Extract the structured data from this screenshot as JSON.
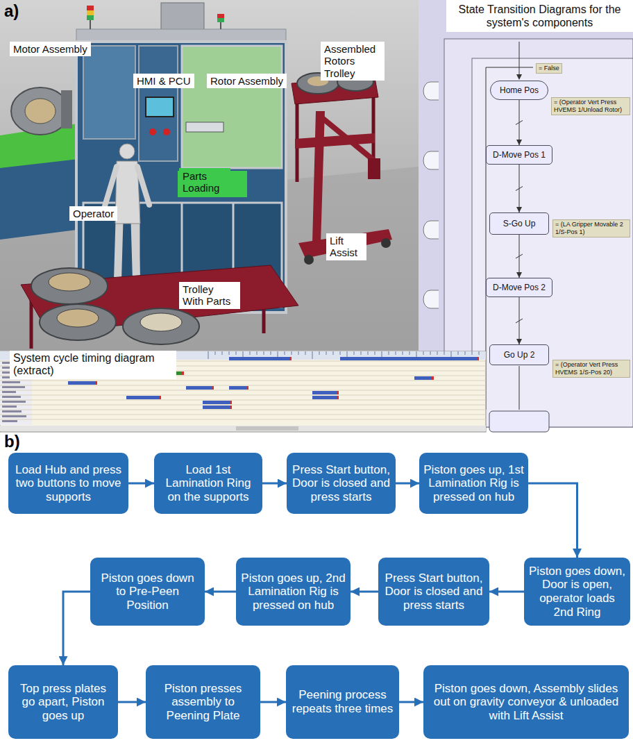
{
  "diagram": {
    "nodes": [
      {
        "text": [
          "State Transition Diagrams for the system's components"
        ]
      },
      {
        "text": [
          "Home Pos"
        ],
        "in": 0
      },
      {
        "text": [
          "D-Move Pos 1"
        ],
        "in": 0
      },
      {
        "text": [
          "S-Go Up"
        ],
        "in": 0
      },
      {
        "text": [
          "D-Move Pos 2"
        ],
        "in": 0
      },
      {
        "text": [
          "Go Up 2"
        ],
        "in": 0
      },
      {
        "text": [
          "Load Hub and press two buttons to move supports"
        ]
      },
      {
        "text": [
          "Load 1st Lamination Ring on the supports"
        ]
      },
      {
        "text": [
          "Press Start button, Door is closed and press starts"
        ]
      },
      {
        "text": [
          "Piston goes up, 1st Lamination Rig is pressed on hub"
        ]
      },
      {
        "text": [
          "Piston goes down, Door is open, operator loads 2nd Ring"
        ]
      },
      {
        "text": [
          "Press Start button, Door is closed and press starts"
        ]
      },
      {
        "text": [
          "Piston goes up, 2nd Lamination Rig is pressed on hub"
        ]
      },
      {
        "text": [
          "Piston goes down to Pre-Peen Position"
        ]
      },
      {
        "text": [
          "Top press plates go apart, Piston goes up"
        ]
      },
      {
        "text": [
          "Piston presses assembly to Peening Plate"
        ]
      },
      {
        "text": [
          "Peening process repeats three times"
        ]
      },
      {
        "text": [
          "Piston goes down, Assembly slides out on gravity conveyor & unloaded with Lift Assist"
        ]
      }
    ],
    "edges": [
      {
        "from": 1,
        "to": 2,
        "arrow": "to"
      },
      {
        "from": 2,
        "to": 3,
        "arrow": "to"
      },
      {
        "from": 3,
        "to": 4,
        "arrow": "to"
      },
      {
        "from": 4,
        "to": 5,
        "arrow": "to"
      },
      {
        "from": 6,
        "to": 7,
        "arrow": "to"
      },
      {
        "from": 7,
        "to": 8,
        "arrow": "to"
      },
      {
        "from": 8,
        "to": 9,
        "arrow": "to"
      },
      {
        "from": 9,
        "to": 10,
        "arrow": "to"
      },
      {
        "from": 10,
        "to": 11,
        "arrow": "to"
      },
      {
        "from": 11,
        "to": 12,
        "arrow": "to"
      },
      {
        "from": 12,
        "to": 13,
        "arrow": "to"
      },
      {
        "from": 13,
        "to": 14,
        "arrow": "to"
      },
      {
        "from": 14,
        "to": 15,
        "arrow": "to"
      },
      {
        "from": 15,
        "to": 16,
        "arrow": "to"
      },
      {
        "from": 16,
        "to": 17,
        "arrow": "to"
      }
    ],
    "labels": [
      "a)",
      "Motor Assembly",
      "HMI & PCU",
      "Rotor Assembly",
      "Assembled Rotors Trolley",
      "Operator",
      "Parts Loading",
      "Trolley With Parts",
      "Lift Assist",
      "= False",
      "= (Operator Vert Press HVEMS 1/Unload Rotor)",
      "= (LA Gripper Movable 2 1/S-Pos 1)",
      "= (Operator Vert Press HVEMS 1/S-Pos 20)",
      "System cycle timing diagram (extract)",
      "b)"
    ]
  }
}
